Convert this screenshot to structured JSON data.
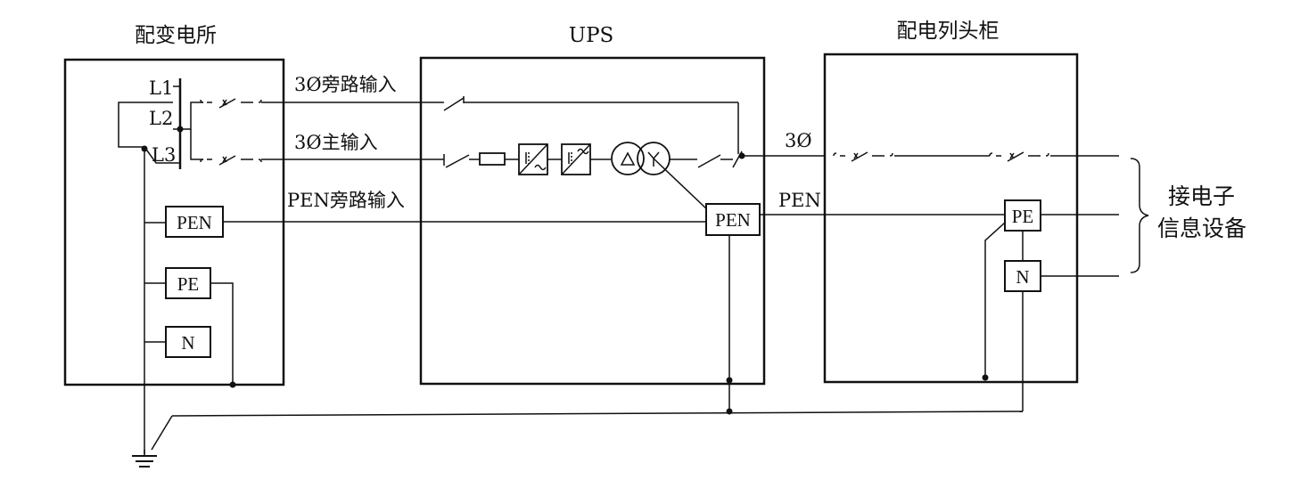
{
  "titles": {
    "substation": "配变电所",
    "ups": "UPS",
    "cabinet": "配电列头柜"
  },
  "phases": {
    "l1": "L1",
    "l2": "L2",
    "l3": "L3"
  },
  "lines": {
    "bypass_input": "3Ø旁路输入",
    "main_input": "3Ø主输入",
    "pen_bypass_input": "PEN旁路输入",
    "output_3phase": "3Ø",
    "output_pen": "PEN"
  },
  "terminals": {
    "substation_pen": "PEN",
    "substation_pe": "PE",
    "substation_n": "N",
    "ups_pen": "PEN",
    "cabinet_pe": "PE",
    "cabinet_n": "N"
  },
  "side_label": {
    "line1": "接电子",
    "line2": "信息设备"
  }
}
